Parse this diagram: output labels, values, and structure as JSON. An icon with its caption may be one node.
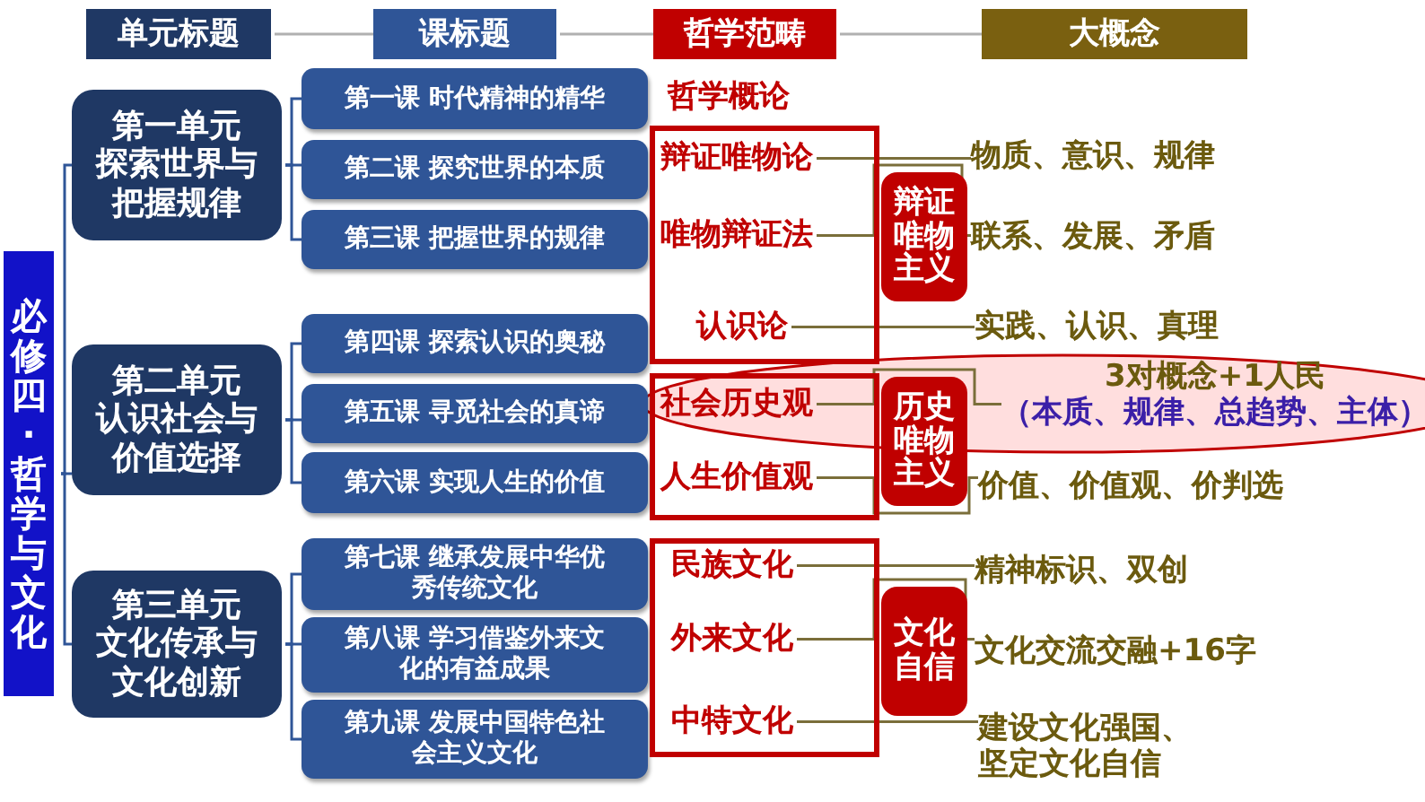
{
  "diagram": {
    "nodes": [
      {
        "text": [
          "必修四·哲学与文化"
        ]
      },
      {
        "text": [
          "单元标题"
        ]
      },
      {
        "text": [
          "课标题"
        ]
      },
      {
        "text": [
          "哲学范畴"
        ]
      },
      {
        "text": [
          "大概念"
        ]
      },
      {
        "text": [
          "第一单元探索世界与把握规律"
        ]
      },
      {
        "text": [
          "第二单元认识社会与价值选择"
        ]
      },
      {
        "text": [
          "第三单元文化传承与文化创新"
        ]
      },
      {
        "text": [
          "第一课 时代精神的精华"
        ]
      },
      {
        "text": [
          "第二课 探究世界的本质"
        ]
      },
      {
        "text": [
          "第三课 把握世界的规律"
        ]
      },
      {
        "text": [
          "第四课 探索认识的奥秘"
        ]
      },
      {
        "text": [
          "第五课 寻觅社会的真谛"
        ]
      },
      {
        "text": [
          "第六课 实现人生的价值"
        ]
      },
      {
        "text": [
          "第七课 继承发展中华优秀传统文化"
        ]
      },
      {
        "text": [
          "第八课 学习借鉴外来文化的有益成果"
        ]
      },
      {
        "text": [
          "第九课 发展中国特色社会主义文化"
        ]
      },
      {
        "text": [
          "哲学概论"
        ]
      },
      {
        "text": [],
        "shape": "box"
      },
      {
        "text": [
          "辩证唯物论"
        ],
        "in": 18
      },
      {
        "text": [
          "唯物辩证法"
        ],
        "in": 18
      },
      {
        "text": [
          "认识论"
        ],
        "in": 18
      },
      {
        "text": [
          "辩证唯物主义"
        ]
      },
      {
        "text": [],
        "shape": "box"
      },
      {
        "text": [
          "社会历史观"
        ],
        "in": 23
      },
      {
        "text": [
          "人生价值观"
        ],
        "in": 23
      },
      {
        "text": [
          "历史唯物主义"
        ]
      },
      {
        "text": [],
        "shape": "box"
      },
      {
        "text": [
          "民族文化"
        ],
        "in": 27
      },
      {
        "text": [
          "外来文化"
        ],
        "in": 27
      },
      {
        "text": [
          "中特文化"
        ],
        "in": 27
      },
      {
        "text": [
          "文化自信"
        ]
      },
      {
        "text": [
          "物质、意识、规律"
        ]
      },
      {
        "text": [
          "联系、发展、矛盾"
        ]
      },
      {
        "text": [
          "实践、认识、真理"
        ]
      },
      {
        "text": [
          "3对概念+1人民",
          "（本质、规律、总趋势、主体）"
        ]
      },
      {
        "text": [
          "价值、价值观、价判选"
        ]
      },
      {
        "text": [
          "精神标识、双创"
        ]
      },
      {
        "text": [
          "文化交流交融+16字"
        ]
      },
      {
        "text": [
          "建设文化强国、坚定文化自信"
        ]
      }
    ],
    "edges": [
      {
        "from": 1,
        "to": 2,
        "arrow": "none",
        "color": "#b0b0b0"
      },
      {
        "from": 2,
        "to": 3,
        "arrow": "none",
        "color": "#b0b0b0"
      },
      {
        "from": 3,
        "to": 4,
        "arrow": "none",
        "color": "#b0b0b0"
      },
      {
        "from": 0,
        "to": 5,
        "arrow": "none"
      },
      {
        "from": 0,
        "to": 6,
        "arrow": "none"
      },
      {
        "from": 0,
        "to": 7,
        "arrow": "none"
      },
      {
        "from": 5,
        "to": 8,
        "arrow": "none"
      },
      {
        "from": 5,
        "to": 9,
        "arrow": "none"
      },
      {
        "from": 5,
        "to": 10,
        "arrow": "none"
      },
      {
        "from": 6,
        "to": 11,
        "arrow": "none"
      },
      {
        "from": 6,
        "to": 12,
        "arrow": "none"
      },
      {
        "from": 6,
        "to": 13,
        "arrow": "none"
      },
      {
        "from": 7,
        "to": 14,
        "arrow": "none"
      },
      {
        "from": 7,
        "to": 15,
        "arrow": "none"
      },
      {
        "from": 7,
        "to": 16,
        "arrow": "none"
      },
      {
        "from": 19,
        "to": 32,
        "arrow": "none",
        "color": "#7a6e3a"
      },
      {
        "from": 20,
        "to": 33,
        "arrow": "none",
        "color": "#7a6e3a"
      },
      {
        "from": 21,
        "to": 34,
        "arrow": "none",
        "color": "#7a6e3a"
      },
      {
        "from": 24,
        "to": 35,
        "arrow": "none",
        "color": "#7a6e3a"
      },
      {
        "from": 25,
        "to": 36,
        "arrow": "none",
        "color": "#7a6e3a"
      },
      {
        "from": 28,
        "to": 37,
        "arrow": "none",
        "color": "#7a6e3a"
      },
      {
        "from": 29,
        "to": 38,
        "arrow": "none",
        "color": "#7a6e3a"
      },
      {
        "from": 30,
        "to": 39,
        "arrow": "none",
        "color": "#7a6e3a"
      }
    ]
  }
}
